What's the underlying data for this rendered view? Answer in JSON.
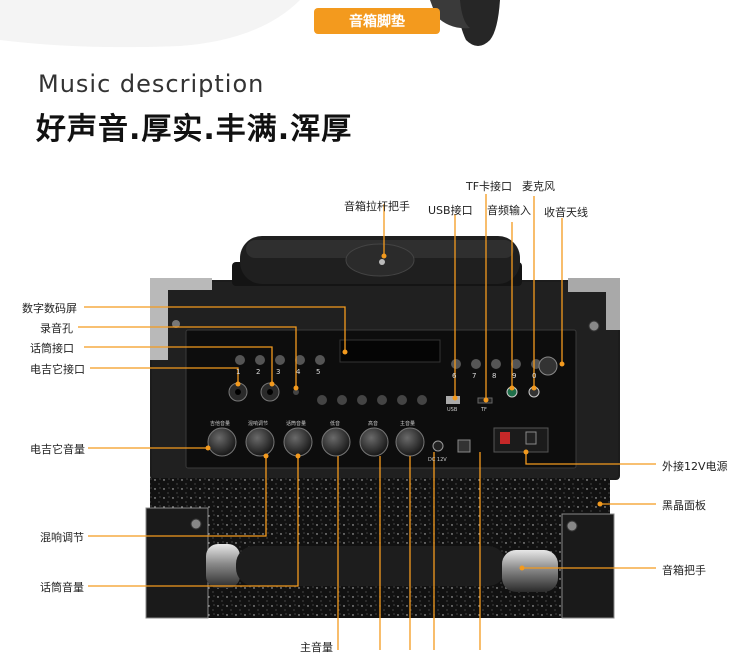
{
  "header": {
    "banner_pill": "音箱脚垫",
    "title_en": "Music description",
    "title_zh": "好声音.厚实.丰满.浑厚"
  },
  "callouts": {
    "handle_pull": "音箱拉杆把手",
    "usb_port": "USB接口",
    "tf_port": "TF卡接口",
    "audio_in": "音频输入",
    "mic": "麦克风",
    "antenna": "收音天线",
    "display": "数字数码屏",
    "record_hole": "录音孔",
    "mic_port": "话筒接口",
    "guitar_port": "电吉它接口",
    "guitar_volume": "电吉它音量",
    "reverb": "混响调节",
    "mic_volume": "话筒音量",
    "master_volume": "主音量",
    "power_12v": "外接12V电源",
    "crystal_panel": "黑晶面板",
    "speaker_handle": "音箱把手"
  },
  "panel": {
    "button_numbers_left": [
      "1",
      "2",
      "3",
      "4",
      "5"
    ],
    "button_numbers_right": [
      "6",
      "7",
      "8",
      "9",
      "0"
    ],
    "knob_labels": [
      "吉他音量",
      "混响调节",
      "话筒音量",
      "低音",
      "高音",
      "主音量"
    ],
    "small_labels": [
      "USB",
      "TF",
      "DC 12V"
    ]
  },
  "colors": {
    "accent": "#f39a1e",
    "line": "#f39a1e",
    "cabinet": "#1a1a1a",
    "panel": "#0d0d0d"
  }
}
